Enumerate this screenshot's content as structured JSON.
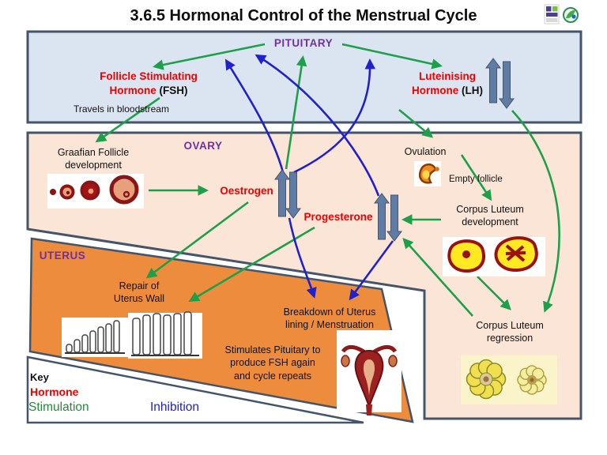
{
  "title": "3.6.5 Hormonal Control of the Menstrual Cycle",
  "colors": {
    "hormone_red": "#f00000",
    "stimulation_green": "#1ea04b",
    "inhibition_blue": "#2121cc",
    "organ_purple": "#7030a0",
    "level_arrow_steel": "#5f7da4",
    "pituitary_box_fill": "#dbe5f1",
    "ovary_fill": "#fbe5d6",
    "uterus_fill": "#ee8c3d",
    "border": "#44546a"
  },
  "pituitary": {
    "label": "PITUITARY",
    "fsh_name": [
      "Follicle Stimulating",
      "Hormone"
    ],
    "fsh_abbr": "(FSH)",
    "travels": "Travels in bloodstream",
    "lh_name": [
      "Luteinising",
      "Hormone"
    ],
    "lh_abbr": "(LH)"
  },
  "ovary": {
    "label": "OVARY",
    "graafian": [
      "Graafian Follicle",
      "development"
    ],
    "oestrogen": "Oestrogen",
    "progesterone": "Progesterone",
    "ovulation": "Ovulation",
    "empty_follicle": "Empty follicle",
    "corpus_luteum_development": [
      "Corpus Luteum",
      "development"
    ],
    "corpus_luteum_regression": [
      "Corpus Luteum",
      "regression"
    ]
  },
  "uterus": {
    "label": "UTERUS",
    "repair": [
      "Repair of",
      "Uterus Wall"
    ],
    "breakdown": [
      "Breakdown of Uterus",
      "lining / Menstruation"
    ],
    "cycle_note": [
      "Stimulates Pituitary to",
      "produce FSH again",
      "and cycle repeats"
    ]
  },
  "key": {
    "label": "Key",
    "hormone": "Hormone",
    "stimulation": "Stimulation",
    "inhibition": "Inhibition"
  }
}
